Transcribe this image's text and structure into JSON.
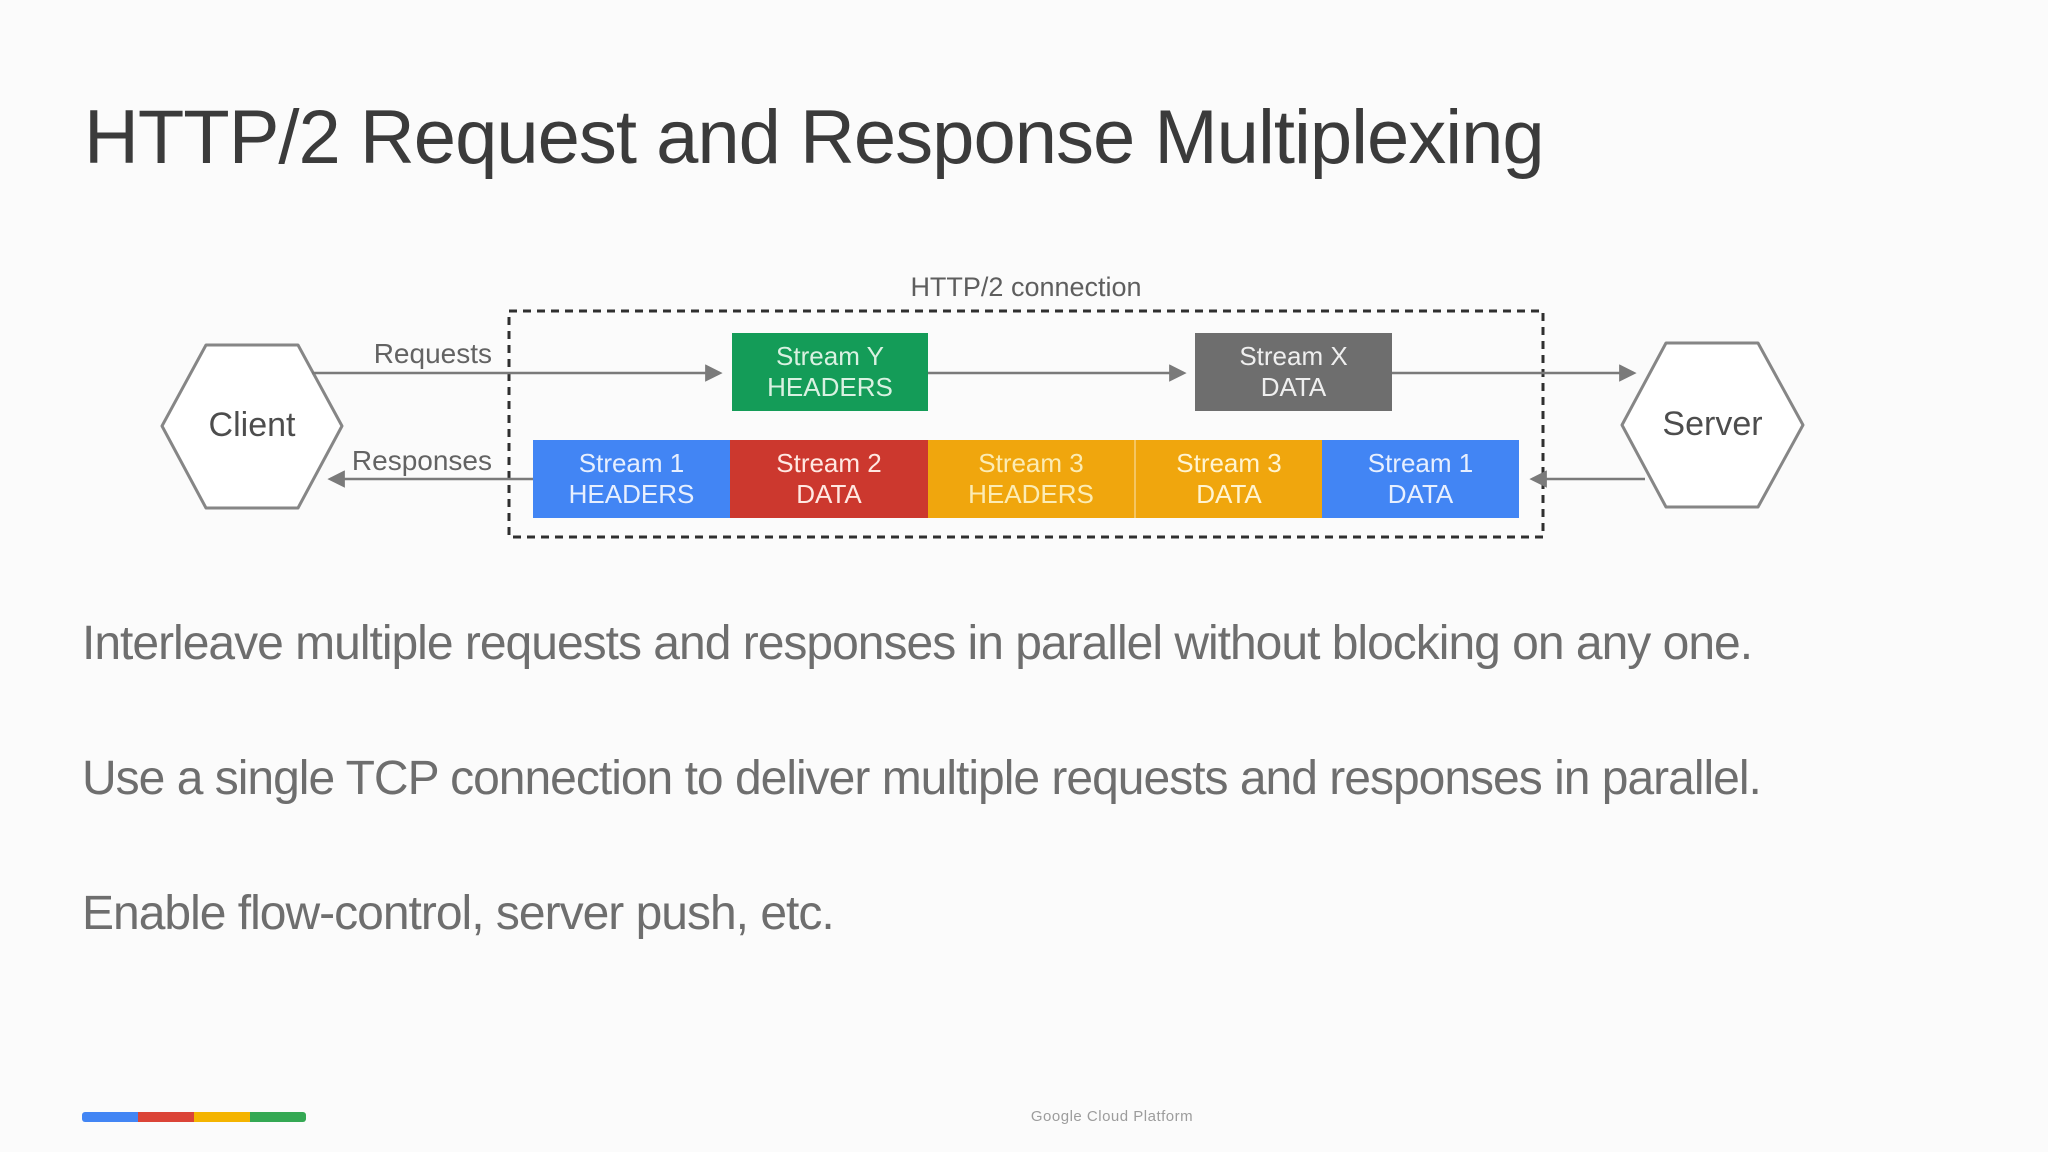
{
  "slide": {
    "title": "HTTP/2 Request and Response Multiplexing",
    "bullets": [
      "Interleave multiple requests and responses in parallel without blocking on any one.",
      "Use a single TCP connection to deliver multiple requests and responses in parallel.",
      "Enable flow-control, server push, etc."
    ],
    "footer_brand": "Google Cloud Platform"
  },
  "diagram": {
    "connection_label": "HTTP/2 connection",
    "client_label": "Client",
    "server_label": "Server",
    "requests_label": "Requests",
    "responses_label": "Responses",
    "request_boxes": [
      {
        "stream": "Stream Y",
        "frame": "HEADERS",
        "color": "#149c58"
      },
      {
        "stream": "Stream X",
        "frame": "DATA",
        "color": "#6e6e6e"
      }
    ],
    "response_boxes": [
      {
        "stream": "Stream 1",
        "frame": "HEADERS",
        "color": "#4285f4"
      },
      {
        "stream": "Stream 2",
        "frame": "DATA",
        "color": "#cc382e"
      },
      {
        "stream": "Stream 3",
        "frame": "HEADERS",
        "color": "#f0a60d"
      },
      {
        "stream": "Stream 3",
        "frame": "DATA",
        "color": "#f0a60d"
      },
      {
        "stream": "Stream 1",
        "frame": "DATA",
        "color": "#4285f4"
      }
    ]
  },
  "footer_bar_colors": [
    "#4285f4",
    "#db4437",
    "#f4b400",
    "#34a853"
  ]
}
